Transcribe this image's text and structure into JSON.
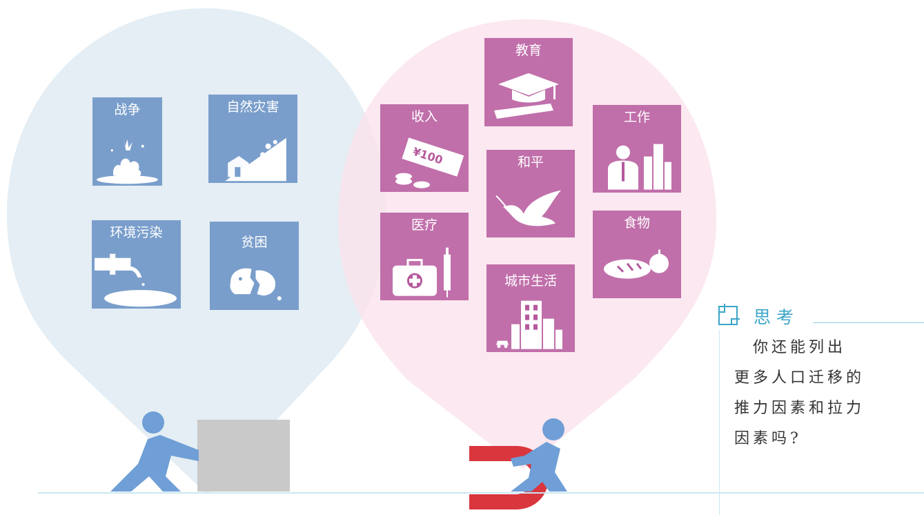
{
  "colors": {
    "push_bubble": "#e3edf3",
    "pull_bubble": "#fbe2ec",
    "push_tile": "#7a9ecb",
    "pull_tile": "#b5599d",
    "figure": "#6f9fd6",
    "box": "#c9c9c9",
    "magnet_red": "#d9363e",
    "think_accent": "#3aa5c8"
  },
  "push_factors": [
    {
      "label": "战争",
      "icon": "explosion-icon"
    },
    {
      "label": "自然灾害",
      "icon": "landslide-icon"
    },
    {
      "label": "环境污染",
      "icon": "pollution-pipe-icon"
    },
    {
      "label": "贫困",
      "icon": "broken-piggy-bank-icon"
    }
  ],
  "pull_factors": [
    {
      "label": "教育",
      "icon": "graduation-cap-icon"
    },
    {
      "label": "收入",
      "icon": "money-icon",
      "money_text": "¥100"
    },
    {
      "label": "工作",
      "icon": "worker-building-icon"
    },
    {
      "label": "和平",
      "icon": "dove-icon"
    },
    {
      "label": "医疗",
      "icon": "medical-kit-icon"
    },
    {
      "label": "食物",
      "icon": "bread-apple-icon"
    },
    {
      "label": "城市生活",
      "icon": "city-building-icon"
    }
  ],
  "think": {
    "title": "思考",
    "icon": "think-icon",
    "lines": [
      "　你还能列出",
      "更多人口迁移的",
      "推力因素和拉力",
      "因素吗?"
    ]
  }
}
